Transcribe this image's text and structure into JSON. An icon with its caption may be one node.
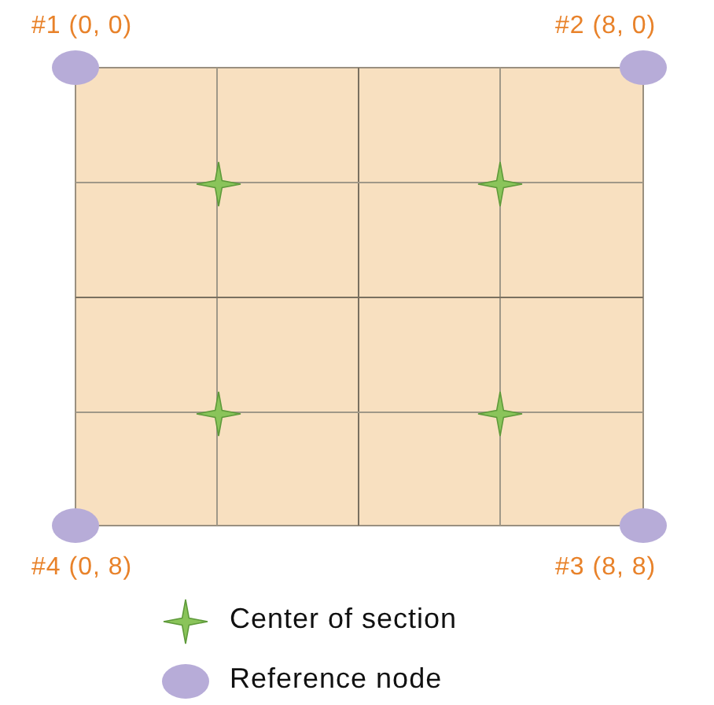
{
  "diagram": {
    "labels": [
      "#1 (0, 0)",
      "#2 (8, 0)",
      "#4 (0, 8)",
      "#3 (8, 8)"
    ],
    "legend": [
      {
        "text": "Center of section"
      },
      {
        "text": "Reference node",
        "color": "#b7acd8"
      }
    ]
  }
}
